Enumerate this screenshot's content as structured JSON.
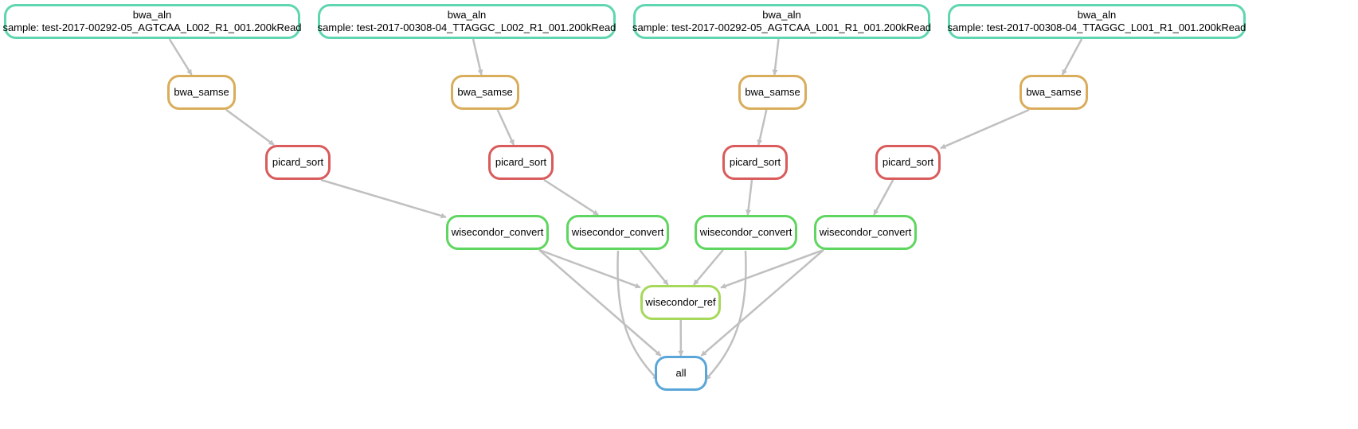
{
  "colors": {
    "bwa_aln": "#5fd6b0",
    "bwa_samse": "#d9ad5b",
    "picard_sort": "#d95b5b",
    "wisecondor_convert": "#5fd65f",
    "wisecondor_ref": "#a6d95b",
    "all": "#5ba6d9",
    "edge": "#c0c0c0"
  },
  "nodes": [
    {
      "id": "aln1",
      "name": "bwa_aln",
      "detail": "sample: test-2017-00292-05_AGTCAA_L002_R1_001.200kRead",
      "kind": "bwa_aln"
    },
    {
      "id": "aln2",
      "name": "bwa_aln",
      "detail": "sample: test-2017-00308-04_TTAGGC_L002_R1_001.200kRead",
      "kind": "bwa_aln"
    },
    {
      "id": "aln3",
      "name": "bwa_aln",
      "detail": "sample: test-2017-00292-05_AGTCAA_L001_R1_001.200kRead",
      "kind": "bwa_aln"
    },
    {
      "id": "aln4",
      "name": "bwa_aln",
      "detail": "sample: test-2017-00308-04_TTAGGC_L001_R1_001.200kRead",
      "kind": "bwa_aln"
    },
    {
      "id": "samse1",
      "name": "bwa_samse",
      "detail": "",
      "kind": "bwa_samse"
    },
    {
      "id": "samse2",
      "name": "bwa_samse",
      "detail": "",
      "kind": "bwa_samse"
    },
    {
      "id": "samse3",
      "name": "bwa_samse",
      "detail": "",
      "kind": "bwa_samse"
    },
    {
      "id": "samse4",
      "name": "bwa_samse",
      "detail": "",
      "kind": "bwa_samse"
    },
    {
      "id": "sort1",
      "name": "picard_sort",
      "detail": "",
      "kind": "picard_sort"
    },
    {
      "id": "sort2",
      "name": "picard_sort",
      "detail": "",
      "kind": "picard_sort"
    },
    {
      "id": "sort3",
      "name": "picard_sort",
      "detail": "",
      "kind": "picard_sort"
    },
    {
      "id": "sort4",
      "name": "picard_sort",
      "detail": "",
      "kind": "picard_sort"
    },
    {
      "id": "conv1",
      "name": "wisecondor_convert",
      "detail": "",
      "kind": "wisecondor_convert"
    },
    {
      "id": "conv2",
      "name": "wisecondor_convert",
      "detail": "",
      "kind": "wisecondor_convert"
    },
    {
      "id": "conv3",
      "name": "wisecondor_convert",
      "detail": "",
      "kind": "wisecondor_convert"
    },
    {
      "id": "conv4",
      "name": "wisecondor_convert",
      "detail": "",
      "kind": "wisecondor_convert"
    },
    {
      "id": "ref",
      "name": "wisecondor_ref",
      "detail": "",
      "kind": "wisecondor_ref"
    },
    {
      "id": "all",
      "name": "all",
      "detail": "",
      "kind": "all"
    }
  ],
  "edges": [
    [
      "aln1",
      "samse1"
    ],
    [
      "aln2",
      "samse2"
    ],
    [
      "aln3",
      "samse3"
    ],
    [
      "aln4",
      "samse4"
    ],
    [
      "samse1",
      "sort1"
    ],
    [
      "samse2",
      "sort2"
    ],
    [
      "samse3",
      "sort3"
    ],
    [
      "samse4",
      "sort4"
    ],
    [
      "sort1",
      "conv1"
    ],
    [
      "sort2",
      "conv2"
    ],
    [
      "sort3",
      "conv3"
    ],
    [
      "sort4",
      "conv4"
    ],
    [
      "conv1",
      "ref"
    ],
    [
      "conv2",
      "ref"
    ],
    [
      "conv3",
      "ref"
    ],
    [
      "conv4",
      "ref"
    ],
    [
      "conv1",
      "all"
    ],
    [
      "conv2",
      "all"
    ],
    [
      "conv3",
      "all"
    ],
    [
      "conv4",
      "all"
    ],
    [
      "ref",
      "all"
    ]
  ]
}
